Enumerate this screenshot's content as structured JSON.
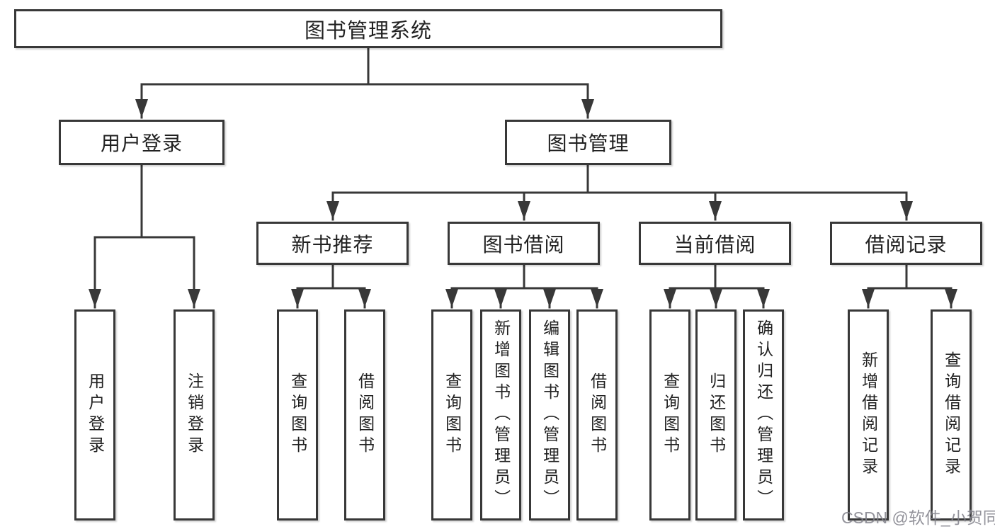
{
  "diagram": {
    "root": {
      "label": "图书管理系统"
    },
    "level2": [
      {
        "id": "user-login",
        "label": "用户登录"
      },
      {
        "id": "book-management",
        "label": "图书管理"
      }
    ],
    "level3": [
      {
        "id": "new-book-recommendation",
        "parent": "图书管理",
        "label": "新书推荐"
      },
      {
        "id": "book-borrowing",
        "parent": "图书管理",
        "label": "图书借阅"
      },
      {
        "id": "current-borrowing",
        "parent": "图书管理",
        "label": "当前借阅"
      },
      {
        "id": "borrowing-records",
        "parent": "图书管理",
        "label": "借阅记录"
      }
    ],
    "leaves": [
      {
        "parent": "用户登录",
        "label": "用户登录"
      },
      {
        "parent": "用户登录",
        "label": "注销登录"
      },
      {
        "parent": "新书推荐",
        "label": "查询图书"
      },
      {
        "parent": "新书推荐",
        "label": "借阅图书"
      },
      {
        "parent": "图书借阅",
        "label": "查询图书"
      },
      {
        "parent": "图书借阅",
        "label": "新增图书（管理员）"
      },
      {
        "parent": "图书借阅",
        "label": "编辑图书（管理员）"
      },
      {
        "parent": "图书借阅",
        "label": "借阅图书"
      },
      {
        "parent": "当前借阅",
        "label": "查询图书"
      },
      {
        "parent": "当前借阅",
        "label": "归还图书"
      },
      {
        "parent": "当前借阅",
        "label": "确认归还（管理员）"
      },
      {
        "parent": "借阅记录",
        "label": "新增借阅记录"
      },
      {
        "parent": "借阅记录",
        "label": "查询借阅记录"
      }
    ],
    "watermark": "CSDN @软件_小贺同学"
  },
  "colors": {
    "background": "#ffffff",
    "box_background": "#ffffff",
    "box_border": "#383838",
    "line": "#383838",
    "text": "#212121",
    "watermark_text": "#808089"
  }
}
